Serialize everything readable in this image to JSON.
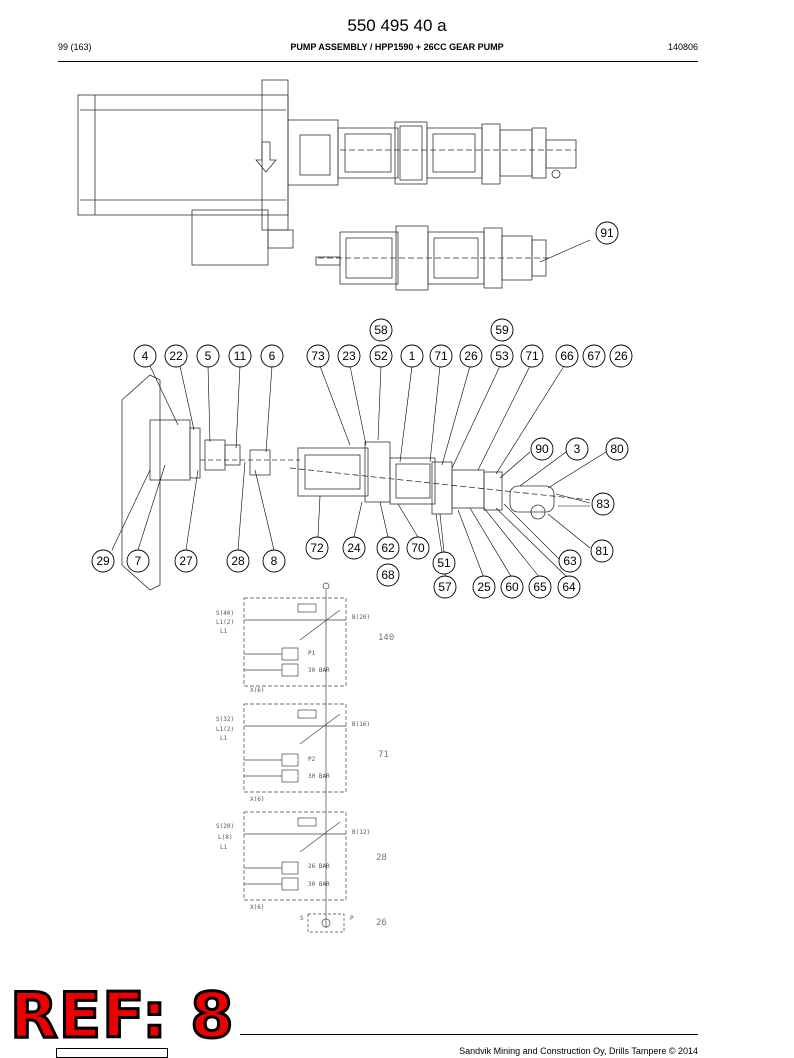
{
  "header": {
    "doc_number": "550 495 40 a",
    "page": "99 (163)",
    "title": "PUMP ASSEMBLY / HPP1590 + 26CC GEAR PUMP",
    "code": "140806"
  },
  "callouts": {
    "c91": "91",
    "c58": "58",
    "c59": "59",
    "c4": "4",
    "c22": "22",
    "c5": "5",
    "c11": "11",
    "c6": "6",
    "c73": "73",
    "c23": "23",
    "c52": "52",
    "c1": "1",
    "c71a": "71",
    "c26a": "26",
    "c53": "53",
    "c71b": "71",
    "c66": "66",
    "c67": "67",
    "c26b": "26",
    "c90": "90",
    "c3": "3",
    "c80": "80",
    "c83": "83",
    "c81": "81",
    "c63": "63",
    "c29": "29",
    "c7": "7",
    "c27": "27",
    "c28": "28",
    "c8": "8",
    "c72": "72",
    "c24": "24",
    "c62": "62",
    "c70": "70",
    "c51": "51",
    "c68": "68",
    "c57": "57",
    "c25": "25",
    "c60": "60",
    "c65": "65",
    "c64": "64"
  },
  "schematic": {
    "s1": {
      "s": "S(40)",
      "l1": "L1(2)",
      "l": "L1",
      "b": "B(20)",
      "x": "X(6)",
      "v1": "P1",
      "v2": "30 BAR",
      "size": "140"
    },
    "s2": {
      "s": "S(32)",
      "l1": "L1(2)",
      "l": "L1",
      "b": "B(16)",
      "x": "X(6)",
      "v1": "P2",
      "v2": "30 BAR",
      "size": "71"
    },
    "s3": {
      "s": "S(20)",
      "l1": "L(8)",
      "l": "L1",
      "b": "B(12)",
      "x": "X(6)",
      "v1": "26 BAR",
      "v2": "30 BAR",
      "size": "28"
    },
    "s4": {
      "s": "S",
      "p": "P",
      "size": "26"
    }
  },
  "stamp": {
    "text": "REF: 8",
    "color": "#ee0000"
  },
  "footer": {
    "text": "Sandvik Mining and Construction Oy, Drills Tampere © 2014"
  }
}
